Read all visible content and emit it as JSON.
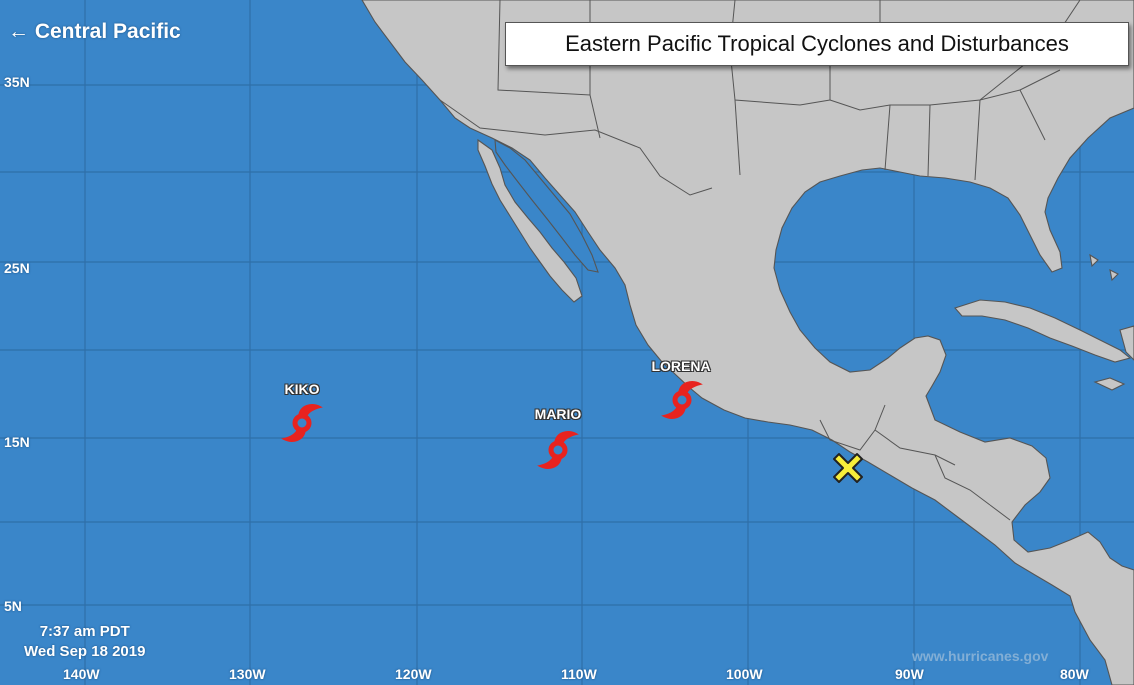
{
  "header": {
    "nav_link": "← Central Pacific",
    "title": "Eastern Pacific Tropical Cyclones and Disturbances"
  },
  "timestamp": {
    "time": "7:37 am PDT",
    "date": "Wed Sep 18 2019"
  },
  "watermark": "www.hurricanes.gov",
  "colors": {
    "ocean": "#3a86c9",
    "land": "#c6c6c6",
    "border": "#555555",
    "grid": "#2f6fa8",
    "cyclone": "#e8231f",
    "disturbance": "#f7ee3a"
  },
  "lat_labels": [
    "35N",
    "25N",
    "15N",
    "5N"
  ],
  "lon_labels": [
    "140W",
    "130W",
    "120W",
    "110W",
    "100W",
    "90W",
    "80W"
  ],
  "storms": [
    {
      "name": "KIKO",
      "icon": "tropical-storm-icon"
    },
    {
      "name": "MARIO",
      "icon": "tropical-storm-icon"
    },
    {
      "name": "LORENA",
      "icon": "tropical-storm-icon"
    }
  ],
  "disturbance": {
    "icon": "disturbance-x-icon"
  }
}
